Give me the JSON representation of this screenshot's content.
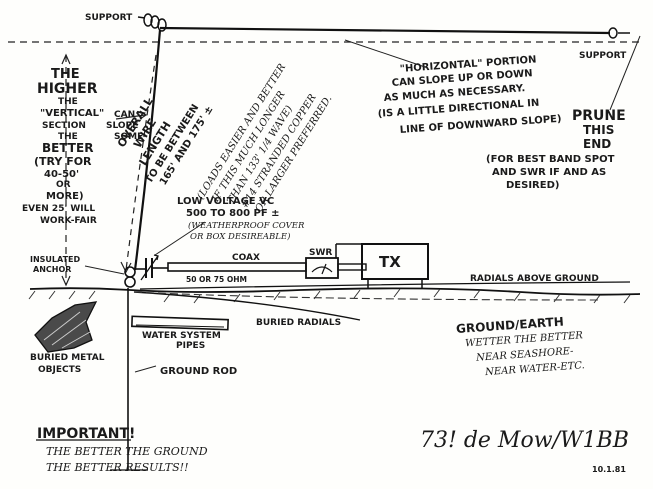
{
  "labels": {
    "support_left": "SUPPORT",
    "support_right": "SUPPORT",
    "higher_1": "THE",
    "higher_2": "HIGHER",
    "higher_3": "THE",
    "higher_4": "\"VERTICAL\"",
    "higher_5": "SECTION",
    "higher_6": "THE",
    "higher_7": "BETTER",
    "higher_8": "(TRY FOR",
    "higher_9": "40-50'",
    "higher_10": "OR",
    "higher_11": "MORE)",
    "higher_12": "EVEN 25' WILL",
    "higher_13": "WORK-FAIR",
    "can_slope_1": "CAN",
    "can_slope_2": "SLOPE",
    "can_slope_3": "SOME",
    "overall_1": "OVERALL",
    "overall_2": "WIRE",
    "overall_3": "LENGTH",
    "overall_4": "TO BE BETWEEN",
    "overall_5": "165' AND 175' ±",
    "overall_6": "(LOADS EASIER AND BETTER",
    "overall_7": "IF THIS MUCH LONGER",
    "overall_8": "THAN 133' 1/4 WAVE)",
    "overall_9": "#14 STRANDED COPPER",
    "overall_10": "OR LARGER PREFERRED.",
    "horizontal_1": "\"HORIZONTAL\" PORTION",
    "horizontal_2": "CAN SLOPE UP OR DOWN",
    "horizontal_3": "AS MUCH AS NECESSARY.",
    "horizontal_4": "(IS A LITTLE DIRECTIONAL IN",
    "horizontal_5": "LINE OF DOWNWARD SLOPE)",
    "prune_1": "PRUNE",
    "prune_2": "THIS",
    "prune_3": "END",
    "band_1": "(FOR BEST BAND SPOT",
    "band_2": "AND SWR IF AND AS",
    "band_3": "DESIRED)",
    "vc_1": "LOW VOLTAGE VC",
    "vc_2": "500 TO 800 PF ±",
    "vc_3": "(WEATHERPROOF COVER",
    "vc_4": "OR BOX DESIREABLE)",
    "insulated_1": "INSULATED",
    "insulated_2": "ANCHOR",
    "coax": "COAX",
    "coax_ohm": "50 OR 75 OHM",
    "swr": "SWR",
    "tx": "TX",
    "radials_above": "RADIALS ABOVE GROUND",
    "buried_radials": "BURIED RADIALS",
    "water_1": "WATER SYSTEM",
    "water_2": "PIPES",
    "buried_metal_1": "BURIED METAL",
    "buried_metal_2": "OBJECTS",
    "ground_rod": "GROUND ROD",
    "ground_1": "GROUND/EARTH",
    "ground_2": "WETTER THE BETTER",
    "ground_3": "NEAR SEASHORE-",
    "ground_4": "NEAR WATER-ETC.",
    "important_1": "IMPORTANT!",
    "important_2": "THE BETTER THE GROUND",
    "important_3": "THE BETTER RESULTS!!",
    "signature": "73! de Mow/W1BB",
    "date": "10.1.81"
  }
}
